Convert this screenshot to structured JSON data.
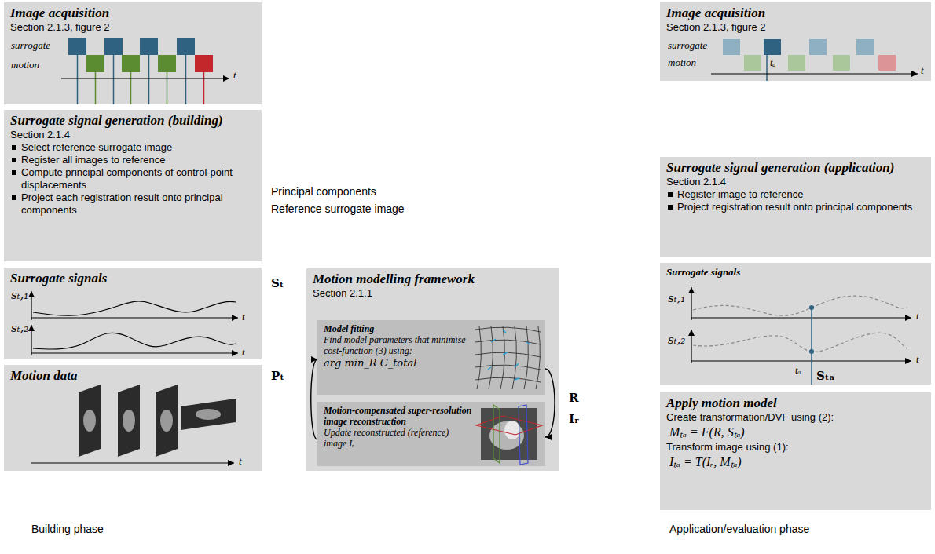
{
  "diagram": {
    "nodes": [
      {
        "text": [
          "Image acquisition",
          "Section 2.1.3, figure 2"
        ]
      },
      {
        "text": [
          "Surrogate signal generation (building)",
          "Section 2.1.4",
          "Select reference surrogate image",
          "Register all images to reference",
          "Compute principal components of control-point displacements",
          "Project each registration result onto principal components"
        ]
      },
      {
        "text": [
          "Surrogate signals"
        ]
      },
      {
        "text": [
          "Motion data"
        ]
      },
      {
        "text": [
          "Motion modelling framework",
          "Section 2.1.1"
        ]
      },
      {
        "text": [
          "Model fitting",
          "Find model parameters that minimise cost-function (3) using:",
          "arg min_R C_total"
        ],
        "in": 4
      },
      {
        "text": [
          "Motion-compensated super-resolution image reconstruction",
          "Update reconstructed (reference) image Iᵣ"
        ],
        "in": 4
      },
      {
        "text": [
          "Image acquisition",
          "Section 2.1.3, figure 2"
        ]
      },
      {
        "text": [
          "Surrogate signal generation (application)",
          "Section 2.1.4",
          "Register image to reference",
          "Project registration result onto principal components"
        ]
      },
      {
        "text": [
          "Surrogate signals"
        ]
      },
      {
        "text": [
          "Apply motion model",
          "Create transformation/DVF using (2):",
          "Mₜₐ = F(R, Sₜₐ)",
          "Transform image using (1):",
          "Iₜₐ = T(Iᵣ, Mₜₐ)"
        ]
      }
    ],
    "edges": [
      {
        "from": 0,
        "to": 1,
        "arrow": "to"
      },
      {
        "from": 0,
        "to": 3,
        "arrow": "to"
      },
      {
        "from": 1,
        "to": 8,
        "label": "Principal components",
        "arrow": "to"
      },
      {
        "from": 1,
        "to": 8,
        "label": "Reference surrogate image",
        "arrow": "to"
      },
      {
        "from": 2,
        "to": 4,
        "label": "Sₜ",
        "arrow": "to"
      },
      {
        "from": 3,
        "to": 4,
        "label": "Pₜ",
        "arrow": "to"
      },
      {
        "from": 5,
        "to": 6,
        "arrow": "to"
      },
      {
        "from": 6,
        "to": 5,
        "arrow": "to"
      },
      {
        "from": 4,
        "to": 10,
        "label": "R",
        "arrow": "to"
      },
      {
        "from": 4,
        "to": 10,
        "label": "Iᵣ",
        "arrow": "to"
      },
      {
        "from": 7,
        "to": 8,
        "arrow": "to"
      },
      {
        "from": 9,
        "to": 10,
        "label": "Sₜₐ",
        "arrow": "to"
      }
    ],
    "labels": [
      "surrogate",
      "motion",
      "t",
      "sₜ,₁",
      "t",
      "sₜ,₂",
      "t",
      "t",
      "surrogate",
      "motion",
      "tₐ",
      "t",
      "sₜ,₁",
      "t",
      "sₜ,₂",
      "t",
      "tₐ",
      "Building phase",
      "Application/evaluation phase"
    ]
  }
}
